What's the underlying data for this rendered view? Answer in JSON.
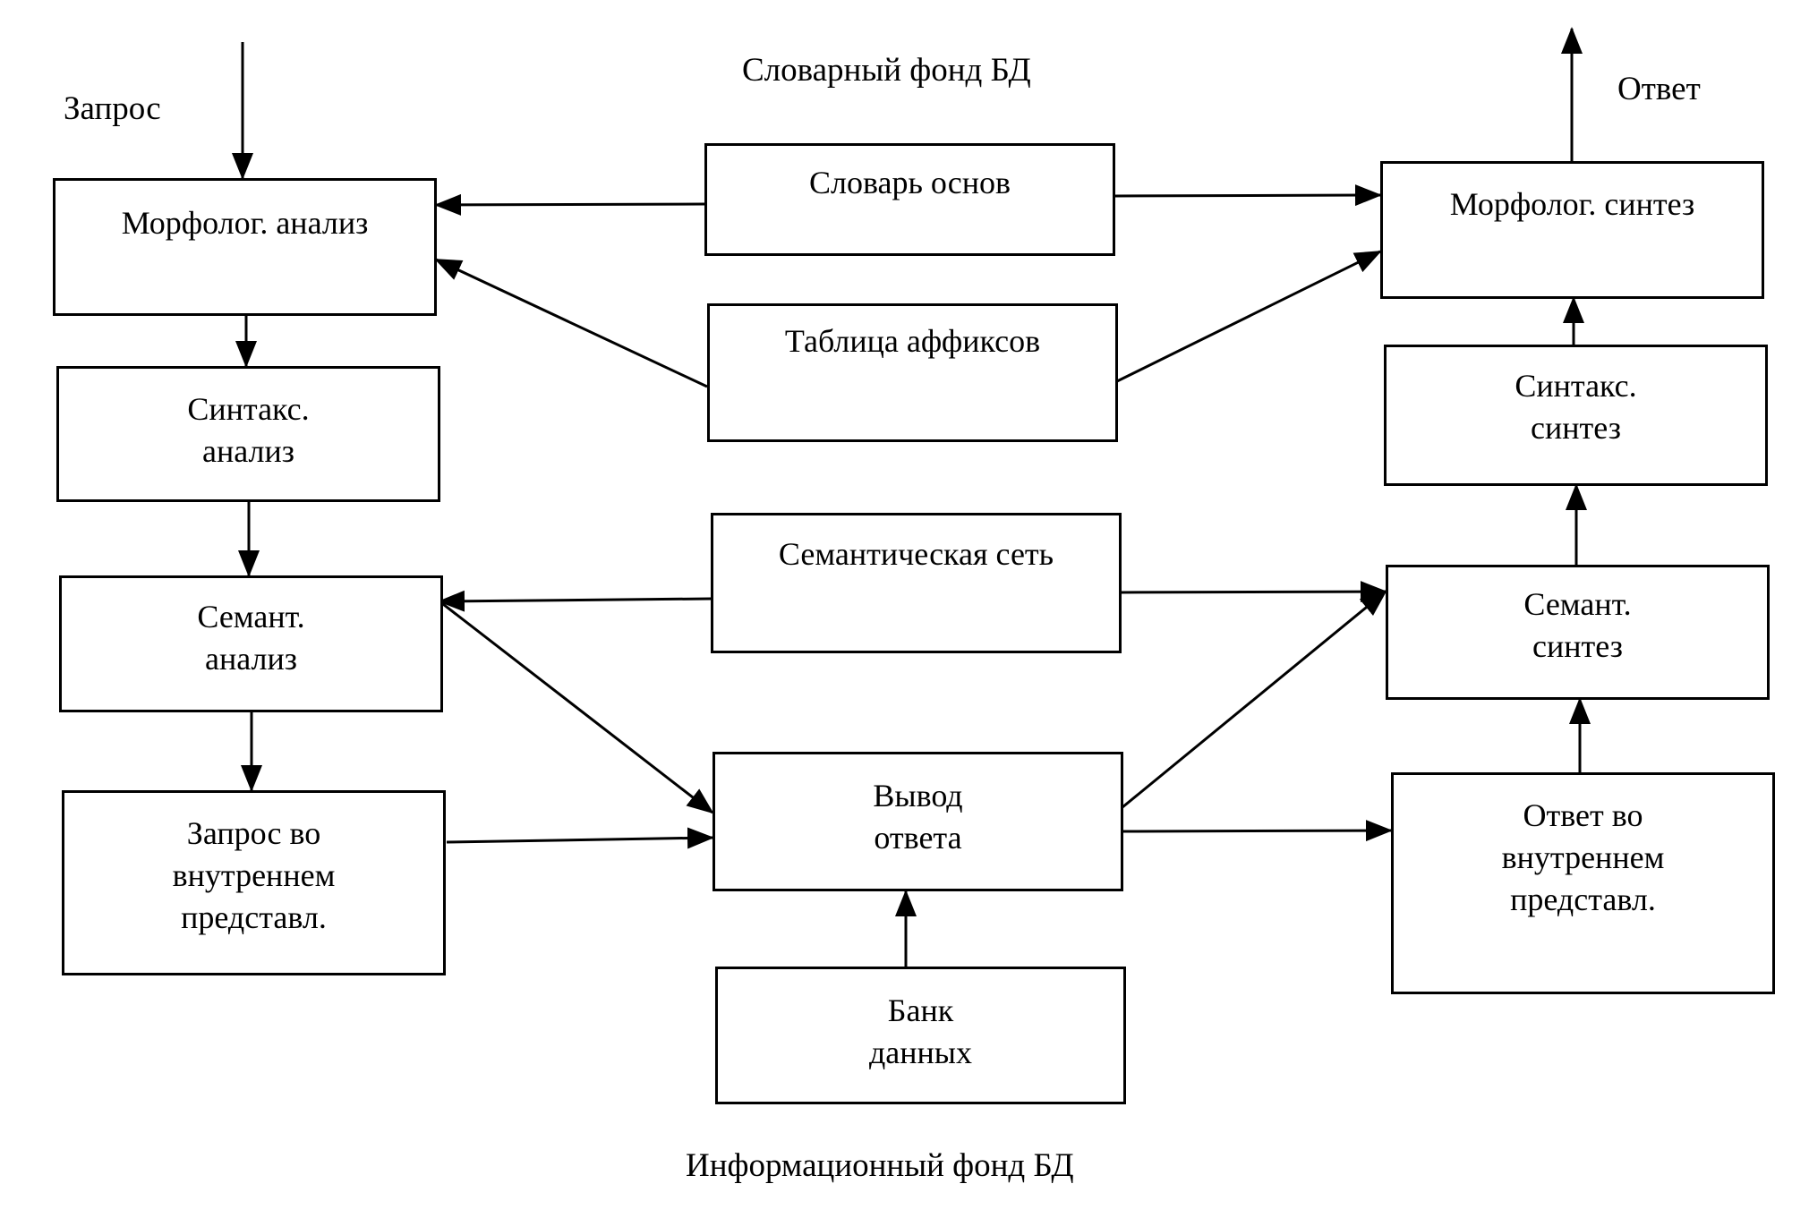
{
  "labels": {
    "request": "Запрос",
    "answer": "Ответ",
    "dictionary_fund": "Словарный фонд БД",
    "information_fund": "Информационный фонд БД"
  },
  "boxes": {
    "morph_analysis": "Морфолог. анализ",
    "syntax_analysis": "Синтакс.\nанализ",
    "semantic_analysis": "Семант.\nанализ",
    "internal_request": "Запрос во\nвнутреннем\nпредставл.",
    "stem_dictionary": "Словарь основ",
    "affix_table": "Таблица аффиксов",
    "semantic_network": "Семантическая сеть",
    "answer_inference": "Вывод\nответа",
    "data_bank": "Банк\nданных",
    "morph_synthesis": "Морфолог. синтез",
    "syntax_synthesis": "Синтакс.\nсинтез",
    "semantic_synthesis": "Семант.\nсинтез",
    "internal_answer": "Ответ во\nвнутреннем\nпредставл."
  }
}
